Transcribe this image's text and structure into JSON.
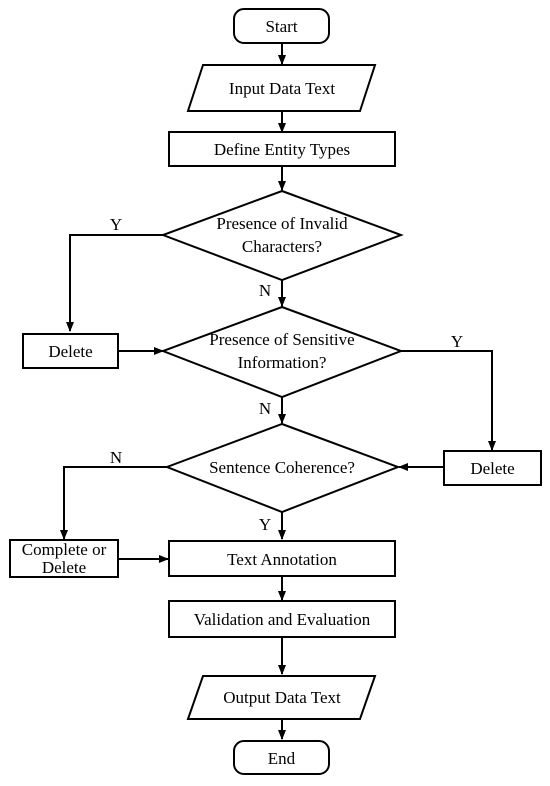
{
  "nodes": {
    "start": "Start",
    "input": "Input Data Text",
    "define": "Define Entity Types",
    "invalid_line1": "Presence of Invalid",
    "invalid_line2": "Characters?",
    "sensitive_line1": "Presence of Sensitive",
    "sensitive_line2": "Information?",
    "coherence": "Sentence Coherence?",
    "delete_left": "Delete",
    "delete_right": "Delete",
    "complete_line1": "Complete or",
    "complete_line2": "Delete",
    "annotation": "Text Annotation",
    "validation": "Validation and Evaluation",
    "output": "Output Data Text",
    "end": "End"
  },
  "edge_labels": {
    "invalid_yes": "Y",
    "invalid_no": "N",
    "sensitive_yes": "Y",
    "sensitive_no": "N",
    "coherence_no": "N",
    "coherence_yes": "Y"
  }
}
